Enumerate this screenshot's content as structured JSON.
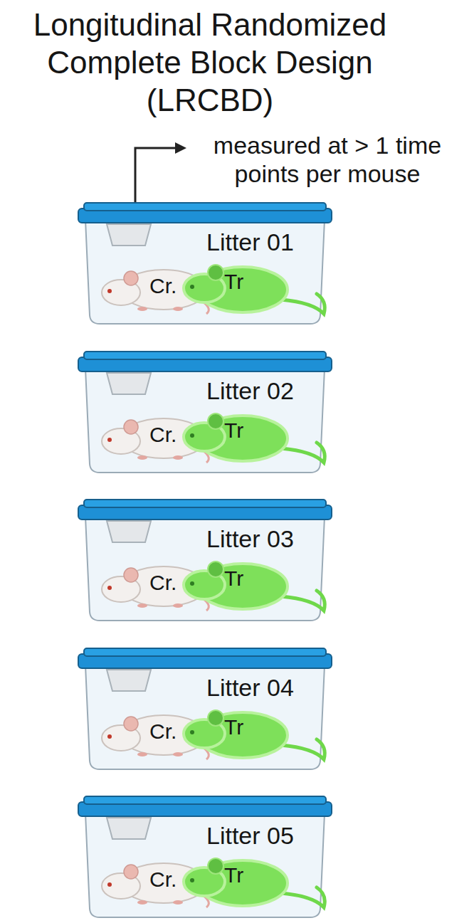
{
  "diagram": {
    "title": "Longitudinal Randomized Complete Block Design (LRCBD)",
    "nodes": [
      {
        "text": [
          "Litter 01"
        ]
      },
      {
        "text": [
          "Cr."
        ],
        "in": 0
      },
      {
        "text": [
          "Tr"
        ],
        "in": 0
      },
      {
        "text": [
          "Litter 02"
        ]
      },
      {
        "text": [
          "Cr."
        ],
        "in": 3
      },
      {
        "text": [
          "Tr"
        ],
        "in": 3
      },
      {
        "text": [
          "Litter 03"
        ]
      },
      {
        "text": [
          "Cr."
        ],
        "in": 6
      },
      {
        "text": [
          "Tr"
        ],
        "in": 6
      },
      {
        "text": [
          "Litter 04"
        ]
      },
      {
        "text": [
          "Cr."
        ],
        "in": 9
      },
      {
        "text": [
          "Tr"
        ],
        "in": 9
      },
      {
        "text": [
          "Litter 05"
        ]
      },
      {
        "text": [
          "Cr."
        ],
        "in": 12
      },
      {
        "text": [
          "Tr"
        ],
        "in": 12
      }
    ],
    "labels": [
      "measured at > 1 time points per mouse"
    ]
  }
}
